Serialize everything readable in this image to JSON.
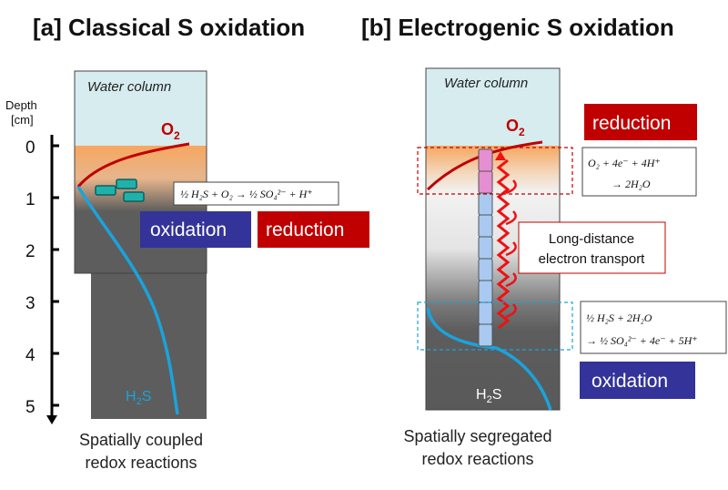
{
  "panel_a": {
    "title": "[a] Classical S oxidation",
    "water_column": "Water column",
    "o2_label": "O",
    "o2_sub": "2",
    "h2s_label_h": "H",
    "h2s_label_sub": "2",
    "h2s_label_s": "S",
    "equation": "½ H₂S + O₂ → ½ SO₄²⁻ + H⁺",
    "oxidation_label": "oxidation",
    "reduction_label": "reduction",
    "caption_line1": "Spatially coupled",
    "caption_line2": "redox reactions"
  },
  "panel_b": {
    "title": "[b] Electrogenic S oxidation",
    "water_column": "Water column",
    "o2_label": "O",
    "o2_sub": "2",
    "h2s_label_h": "H",
    "h2s_label_sub": "2",
    "h2s_label_s": "S",
    "reduction_label": "reduction",
    "oxidation_label": "oxidation",
    "eq_top_line1": "O₂ + 4e⁻ + 4H⁺",
    "eq_top_line2": "→ 2H₂O",
    "eq_bottom_line1": "½ H₂S + 2H₂O",
    "eq_bottom_line2": "→ ½ SO₄²⁻ + 4e⁻ + 5H⁺",
    "transport_line1": "Long-distance",
    "transport_line2": "electron transport",
    "caption_line1": "Spatially segregated",
    "caption_line2": "redox reactions"
  },
  "depth_axis": {
    "label_line1": "Depth",
    "label_line2": "[cm]",
    "ticks": [
      "0",
      "1",
      "2",
      "3",
      "4",
      "5"
    ]
  },
  "colors": {
    "water": "#d6ecef",
    "sediment_oxic": "#f4b27a",
    "sediment": "#595959",
    "o2_curve": "#c00000",
    "h2s_curve": "#1aa3dc",
    "reduction_box": "#c00000",
    "oxidation_box": "#333399",
    "bacteria": "#20b2aa",
    "cable_oxic": "#e58fd3",
    "cable": "#a9c9f0"
  }
}
